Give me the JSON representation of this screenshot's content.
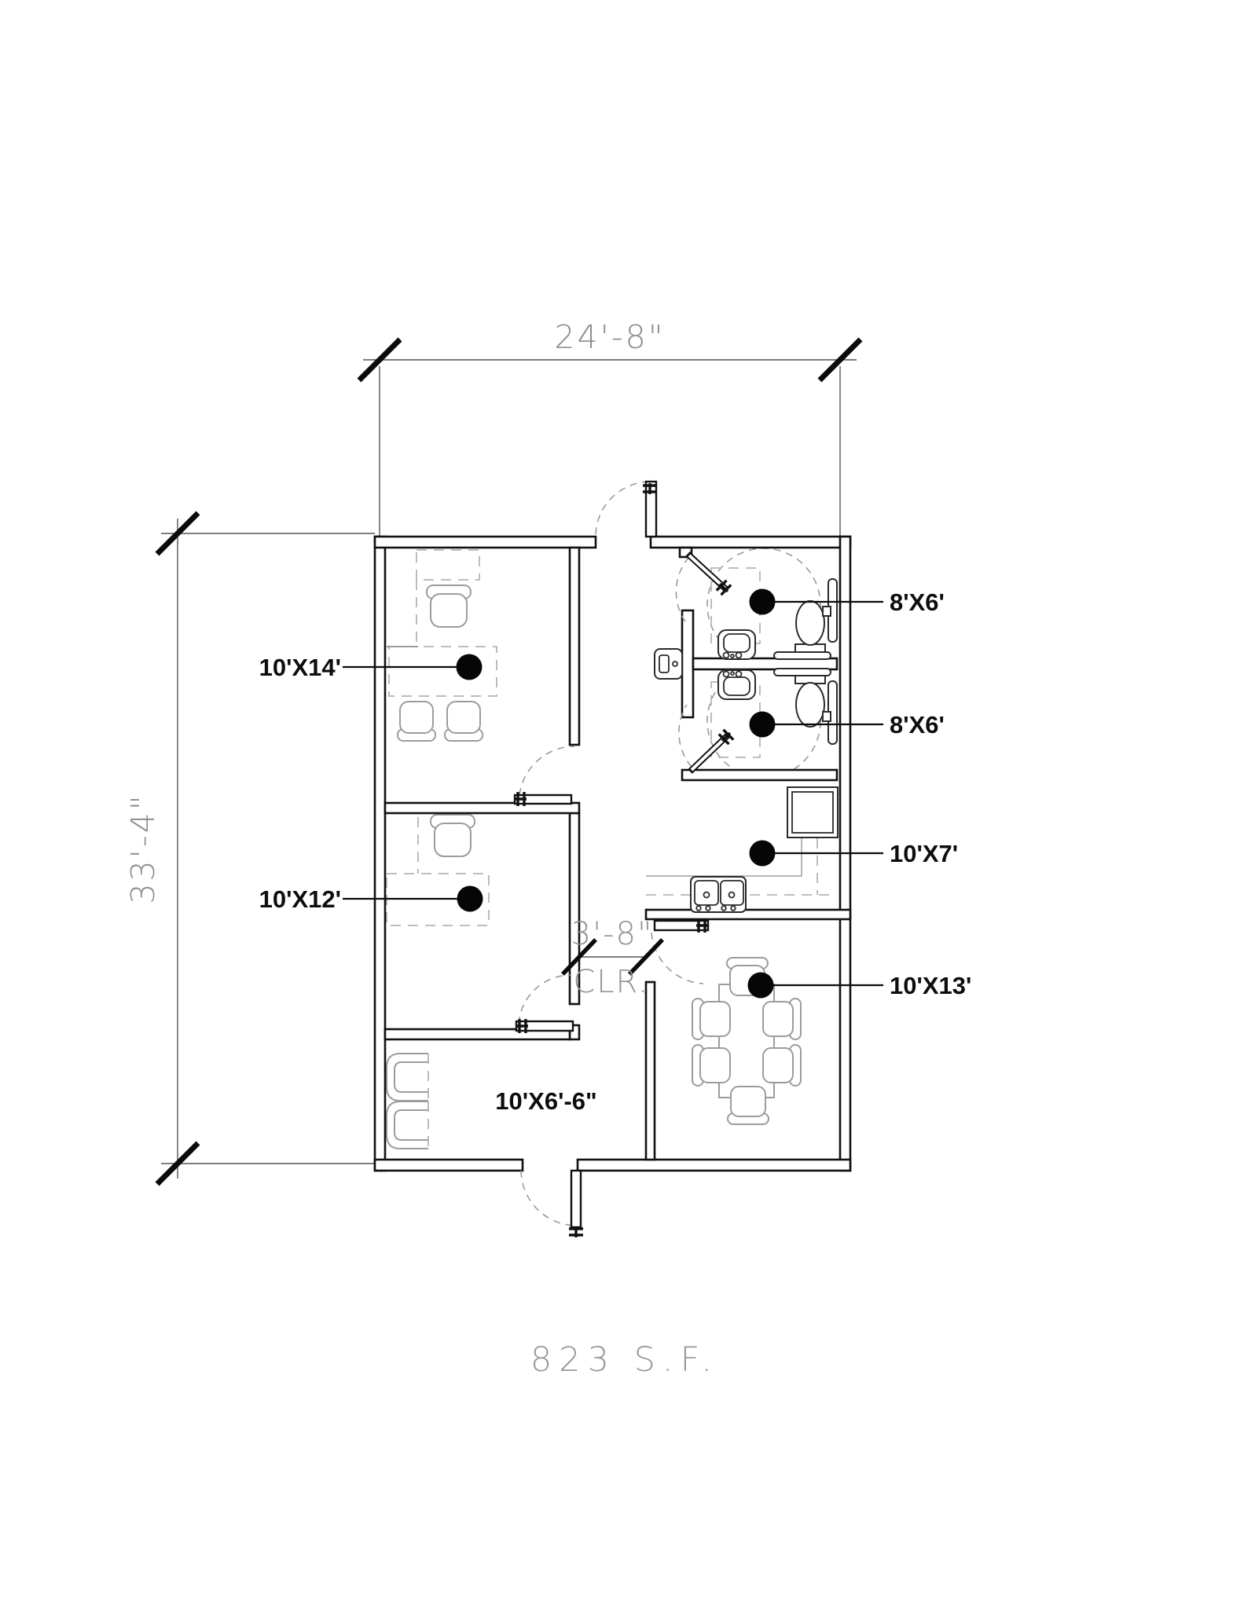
{
  "plan": {
    "dimensions": {
      "width_label": "24'-8\"",
      "height_label": "33'-4\"",
      "clearance_value": "3'-8\"",
      "clearance_unit": "CLR."
    },
    "rooms": [
      {
        "id": "office-1",
        "label": "10'X14'"
      },
      {
        "id": "office-2",
        "label": "10'X12'"
      },
      {
        "id": "restroom-1",
        "label": "8'X6'"
      },
      {
        "id": "restroom-2",
        "label": "8'X6'"
      },
      {
        "id": "hall",
        "label": "10'X7'"
      },
      {
        "id": "conference",
        "label": "10'X13'"
      },
      {
        "id": "reception",
        "label": "10'X6'-6\""
      }
    ],
    "area_label": "823  S.F.",
    "colors": {
      "ink": "#111111",
      "furniture_gray": "#9c9c9c",
      "dim_gray": "#8d8d8d",
      "dash_gray": "#b4b4b4"
    }
  }
}
